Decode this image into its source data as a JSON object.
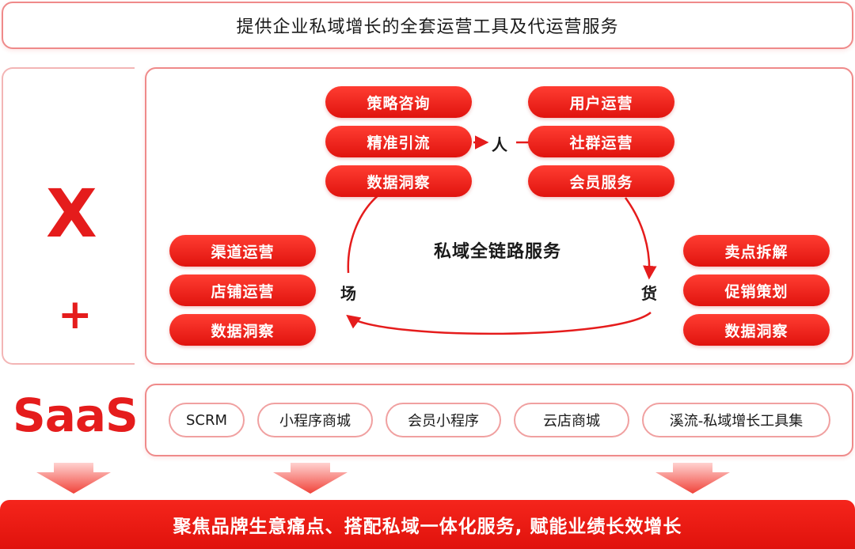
{
  "header": {
    "title": "提供企业私域增长的全套运营工具及代运营服务"
  },
  "left_column": {
    "x_label": "X",
    "plus_label": "+",
    "saas_label": "SaaS"
  },
  "diagram": {
    "center_title": "私域全链路服务",
    "nodes": {
      "people": "人",
      "place": "场",
      "goods": "货"
    },
    "top_left_pills": [
      "策略咨询",
      "精准引流",
      "数据洞察"
    ],
    "top_right_pills": [
      "用户运营",
      "社群运营",
      "会员服务"
    ],
    "left_pills": [
      "渠道运营",
      "店铺运营",
      "数据洞察"
    ],
    "right_pills": [
      "卖点拆解",
      "促销策划",
      "数据洞察"
    ]
  },
  "saas_tools": [
    "SCRM",
    "小程序商城",
    "会员小程序",
    "云店商城",
    "溪流-私域增长工具集"
  ],
  "footer": {
    "slogan": "聚焦品牌生意痛点、搭配私域一体化服务, 赋能业绩长效增长"
  },
  "colors": {
    "accent": "#e51c1c",
    "border": "#ef8a8a",
    "text": "#1a1a1a"
  }
}
